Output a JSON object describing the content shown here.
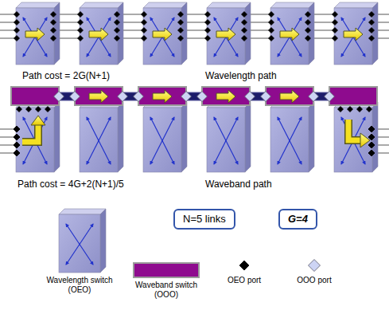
{
  "diagram": {
    "nodes": [
      {
        "text": [
          "N=5 links"
        ]
      },
      {
        "text": [
          "G=4"
        ]
      }
    ],
    "labels": [
      "Path cost = 2G(N+1)",
      "Wavelength path",
      "Path cost = 4G+2(N+1)/5",
      "Waveband path"
    ],
    "legend": [
      {
        "text": "Wavelength switch (OEO)"
      },
      {
        "text": "Waveband switch (OOO)"
      },
      {
        "text": "OEO port"
      },
      {
        "text": "OOO port"
      }
    ]
  }
}
